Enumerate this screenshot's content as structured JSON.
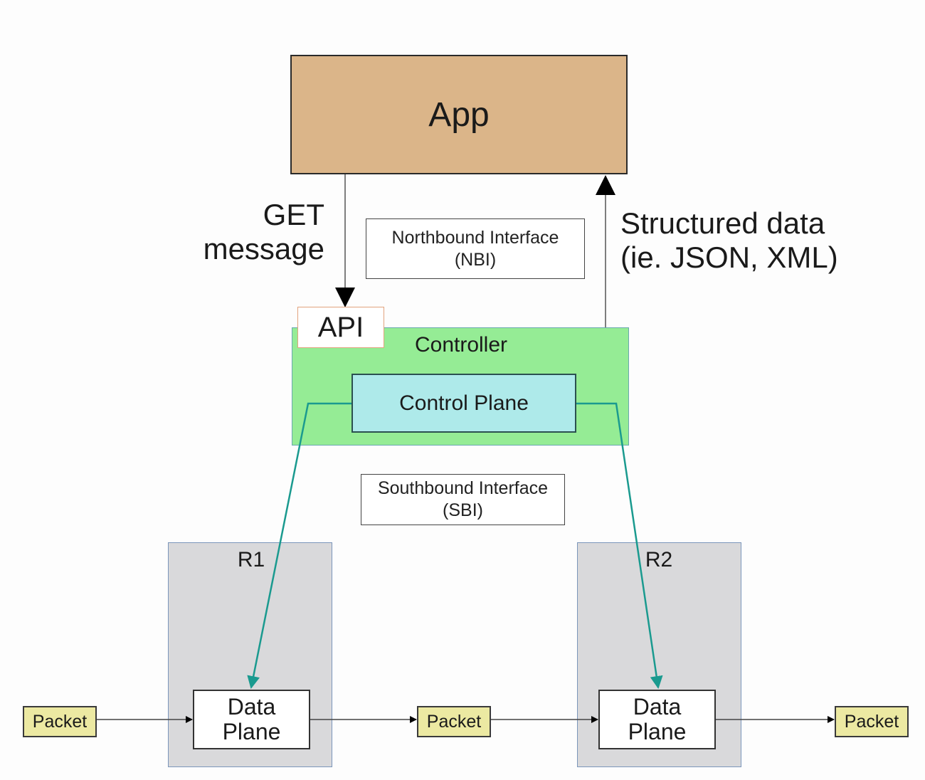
{
  "diagram": {
    "app": {
      "label": "App",
      "color": "#dbb589"
    },
    "get_message": {
      "line1": "GET",
      "line2": "message"
    },
    "structured_data": {
      "line1": "Structured data",
      "line2": "(ie. JSON, XML)"
    },
    "nbi": {
      "line1": "Northbound Interface",
      "line2": "(NBI)"
    },
    "api": {
      "label": "API"
    },
    "controller": {
      "label": "Controller",
      "color": "#95ec95"
    },
    "control_plane": {
      "label": "Control Plane",
      "color": "#aeeaea"
    },
    "sbi": {
      "line1": "Southbound Interface",
      "line2": "(SBI)"
    },
    "routers": [
      {
        "label": "R1",
        "data_plane": {
          "line1": "Data",
          "line2": "Plane"
        }
      },
      {
        "label": "R2",
        "data_plane": {
          "line1": "Data",
          "line2": "Plane"
        }
      }
    ],
    "packets": [
      {
        "label": "Packet"
      },
      {
        "label": "Packet"
      },
      {
        "label": "Packet"
      }
    ],
    "colors": {
      "teal_link": "#1a9a8f",
      "packet": "#ece9a2",
      "router": "#d9d9db"
    }
  }
}
